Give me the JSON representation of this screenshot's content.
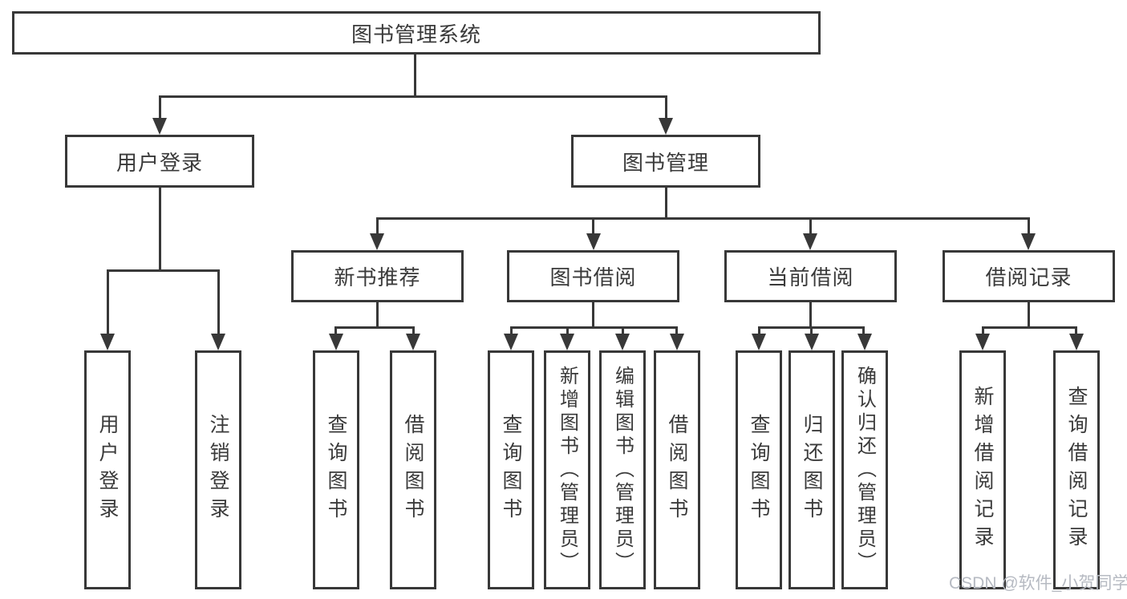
{
  "diagram": {
    "type": "tree-structure-chart",
    "colors": {
      "line": "#383838",
      "text": "#3a3a3a",
      "box_fill": "#ffffff",
      "watermark": "#b6bac2",
      "background": "#ffffff"
    },
    "tree": {
      "root": {
        "label": "图书管理系统"
      },
      "branches": [
        {
          "label": "用户登录",
          "children": [
            {
              "label": "用户登录"
            },
            {
              "label": "注销登录"
            }
          ]
        },
        {
          "label": "图书管理",
          "children": [
            {
              "label": "新书推荐",
              "children": [
                {
                  "label": "查询图书"
                },
                {
                  "label": "借阅图书"
                }
              ]
            },
            {
              "label": "图书借阅",
              "children": [
                {
                  "label": "查询图书"
                },
                {
                  "label": "新增图书（管理员）"
                },
                {
                  "label": "编辑图书（管理员）"
                },
                {
                  "label": "借阅图书"
                }
              ]
            },
            {
              "label": "当前借阅",
              "children": [
                {
                  "label": "查询图书"
                },
                {
                  "label": "归还图书"
                },
                {
                  "label": "确认归还（管理员）"
                }
              ]
            },
            {
              "label": "借阅记录",
              "children": [
                {
                  "label": "新增借阅记录"
                },
                {
                  "label": "查询借阅记录"
                }
              ]
            }
          ]
        }
      ]
    },
    "watermark": {
      "text": "CSDN @软件_小贺同学"
    }
  }
}
